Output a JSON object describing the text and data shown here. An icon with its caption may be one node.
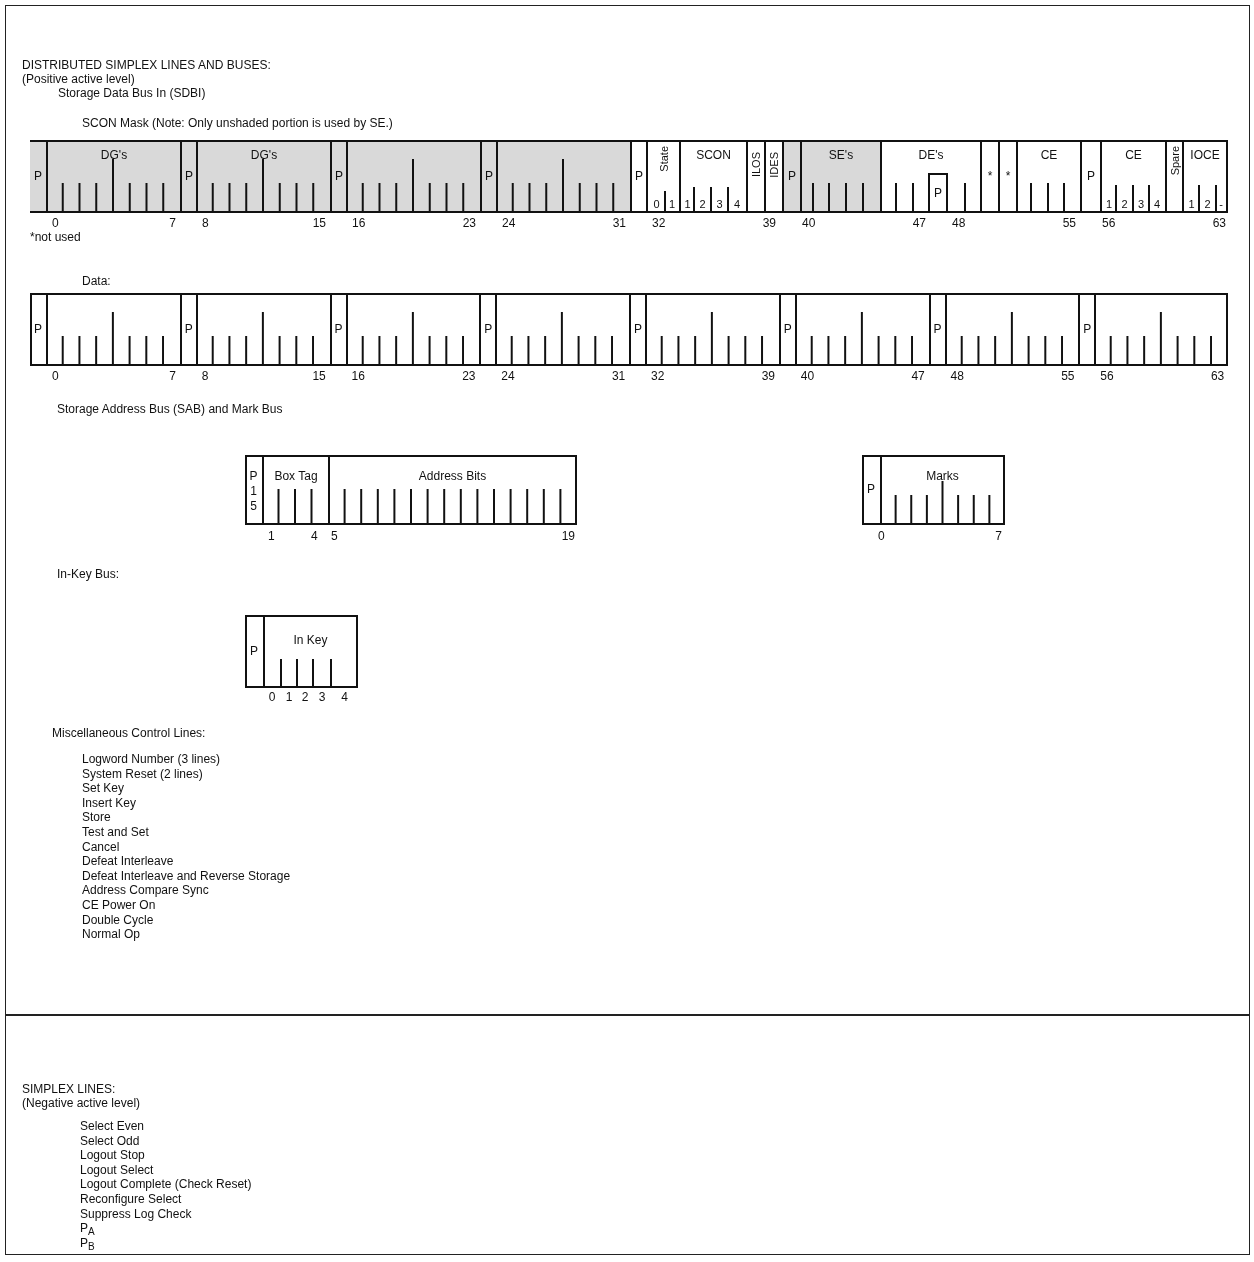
{
  "diagram": {
    "title": "DISTRIBUTED SIMPLEX LINES AND BUSES:",
    "nodes": [
      {
        "text": [],
        "shape": "bar"
      },
      {
        "text": [
          "P"
        ],
        "in": 0
      },
      {
        "text": [
          "DG's"
        ],
        "in": 0
      },
      {
        "text": [
          "P"
        ],
        "in": 0
      },
      {
        "text": [
          "DG's"
        ],
        "in": 0
      },
      {
        "text": [
          "P"
        ],
        "in": 0
      },
      {
        "text": [],
        "shape": "box",
        "in": 0
      },
      {
        "text": [
          "P"
        ],
        "in": 0
      },
      {
        "text": [],
        "shape": "box",
        "in": 0
      },
      {
        "text": [
          "P"
        ],
        "in": 0
      },
      {
        "text": [
          "State",
          "0",
          "1"
        ],
        "in": 0
      },
      {
        "text": [
          "SCON",
          "1",
          "2",
          "3",
          "4"
        ],
        "in": 0
      },
      {
        "text": [
          "ILOS"
        ],
        "in": 0
      },
      {
        "text": [
          "IDES"
        ],
        "in": 0
      },
      {
        "text": [
          "P"
        ],
        "in": 0
      },
      {
        "text": [
          "SE's"
        ],
        "in": 0
      },
      {
        "text": [
          "DE's"
        ],
        "in": 0
      },
      {
        "text": [
          "P"
        ],
        "in": 16
      },
      {
        "text": [
          "*"
        ],
        "in": 0
      },
      {
        "text": [
          "*"
        ],
        "in": 0
      },
      {
        "text": [
          "CE"
        ],
        "in": 0
      },
      {
        "text": [
          "P"
        ],
        "in": 0
      },
      {
        "text": [
          "CE",
          "1",
          "2",
          "3",
          "4"
        ],
        "in": 0
      },
      {
        "text": [
          "Spare"
        ],
        "in": 0
      },
      {
        "text": [
          "IOCE",
          "1",
          "2",
          "-"
        ],
        "in": 0
      },
      {
        "text": [],
        "shape": "bar"
      },
      {
        "text": [
          "P"
        ],
        "in": 25
      },
      {
        "text": [],
        "shape": "box",
        "in": 25
      },
      {
        "text": [
          "P"
        ],
        "in": 25
      },
      {
        "text": [],
        "shape": "box",
        "in": 25
      },
      {
        "text": [
          "P"
        ],
        "in": 25
      },
      {
        "text": [],
        "shape": "box",
        "in": 25
      },
      {
        "text": [
          "P"
        ],
        "in": 25
      },
      {
        "text": [],
        "shape": "box",
        "in": 25
      },
      {
        "text": [
          "P"
        ],
        "in": 25
      },
      {
        "text": [],
        "shape": "box",
        "in": 25
      },
      {
        "text": [
          "P"
        ],
        "in": 25
      },
      {
        "text": [],
        "shape": "box",
        "in": 25
      },
      {
        "text": [
          "P"
        ],
        "in": 25
      },
      {
        "text": [],
        "shape": "box",
        "in": 25
      },
      {
        "text": [
          "P"
        ],
        "in": 25
      },
      {
        "text": [],
        "shape": "box",
        "in": 25
      },
      {
        "text": [],
        "shape": "bar"
      },
      {
        "text": [
          "P",
          "1",
          "5"
        ],
        "in": 42
      },
      {
        "text": [
          "Box Tag"
        ],
        "in": 42
      },
      {
        "text": [
          "Address Bits"
        ],
        "in": 42
      },
      {
        "text": [],
        "shape": "bar"
      },
      {
        "text": [
          "P"
        ],
        "in": 46
      },
      {
        "text": [
          "Marks"
        ],
        "in": 46
      },
      {
        "text": [],
        "shape": "bar"
      },
      {
        "text": [
          "P"
        ],
        "in": 49
      },
      {
        "text": [
          "In Key"
        ],
        "in": 49
      }
    ],
    "labels": [
      "(Positive active level)",
      "Storage Data Bus In (SDBI)",
      "SCON Mask (Note:  Only unshaded portion is used by SE.)",
      "0",
      "7",
      "8",
      "15",
      "16",
      "23",
      "24",
      "31",
      "32",
      "39",
      "40",
      "47",
      "48",
      "55",
      "56",
      "63",
      "*not used",
      "Data:",
      "0",
      "7",
      "8",
      "15",
      "16",
      "23",
      "24",
      "31",
      "32",
      "39",
      "40",
      "47",
      "48",
      "55",
      "56",
      "63",
      "Storage Address Bus (SAB) and Mark Bus",
      "1",
      "4",
      "5",
      "19",
      "0",
      "7",
      "In-Key Bus:",
      "0",
      "1",
      "2",
      "3",
      "4",
      "Miscellaneous Control Lines:",
      "Logword Number (3 lines)",
      "System Reset (2 lines)",
      "Set Key",
      "Insert Key",
      "Store",
      "Test and Set",
      "Cancel",
      "Defeat Interleave",
      "Defeat Interleave and Reverse Storage",
      "Address Compare Sync",
      "CE Power On",
      "Double Cycle",
      "Normal Op",
      "SIMPLEX LINES:",
      "(Negative active level)",
      "Select Even",
      "Select Odd",
      "Logout Stop",
      "Logout Select",
      "Logout Complete (Check Reset)",
      "Reconfigure Select",
      "Suppress Log Check",
      "P$_{A}$",
      "P$_{B}$"
    ]
  }
}
